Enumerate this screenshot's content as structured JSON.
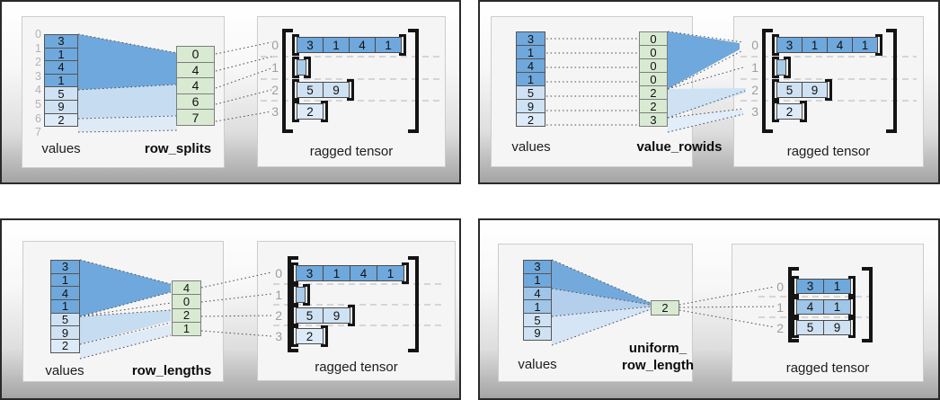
{
  "colors": {
    "dark_blue": "#6fa8dc",
    "mid_blue": "#9fc5e8",
    "light_blue": "#cfe2f3",
    "pale_blue": "#ddebf8",
    "green": "#d9ead3",
    "panel_border": "#2a2a2a"
  },
  "panels": [
    {
      "name": "row_splits",
      "values_label": "values",
      "param_label": "row_splits",
      "tensor_label": "ragged tensor",
      "values": [
        "3",
        "1",
        "4",
        "1",
        "5",
        "9",
        "2"
      ],
      "value_indices": [
        "0",
        "1",
        "2",
        "3",
        "4",
        "5",
        "6",
        "7"
      ],
      "param": [
        "0",
        "4",
        "4",
        "6",
        "7"
      ],
      "row_indices": [
        "0",
        "1",
        "2",
        "3"
      ],
      "rows": [
        [
          "3",
          "1",
          "4",
          "1"
        ],
        [],
        [
          "5",
          "9"
        ],
        [
          "2"
        ]
      ]
    },
    {
      "name": "value_rowids",
      "values_label": "values",
      "param_label": "value_rowids",
      "tensor_label": "ragged tensor",
      "values": [
        "3",
        "1",
        "4",
        "1",
        "5",
        "9",
        "2"
      ],
      "param": [
        "0",
        "0",
        "0",
        "0",
        "2",
        "2",
        "3"
      ],
      "row_indices": [
        "0",
        "1",
        "2",
        "3"
      ],
      "rows": [
        [
          "3",
          "1",
          "4",
          "1"
        ],
        [],
        [
          "5",
          "9"
        ],
        [
          "2"
        ]
      ]
    },
    {
      "name": "row_lengths",
      "values_label": "values",
      "param_label": "row_lengths",
      "tensor_label": "ragged tensor",
      "values": [
        "3",
        "1",
        "4",
        "1",
        "5",
        "9",
        "2"
      ],
      "param": [
        "4",
        "0",
        "2",
        "1"
      ],
      "row_indices": [
        "0",
        "1",
        "2",
        "3"
      ],
      "rows": [
        [
          "3",
          "1",
          "4",
          "1"
        ],
        [],
        [
          "5",
          "9"
        ],
        [
          "2"
        ]
      ]
    },
    {
      "name": "uniform_row_length",
      "values_label": "values",
      "param_label_line1": "uniform_",
      "param_label_line2": "row_length",
      "tensor_label": "ragged tensor",
      "values": [
        "3",
        "1",
        "4",
        "1",
        "5",
        "9"
      ],
      "param": [
        "2"
      ],
      "row_indices": [
        "0",
        "1",
        "2"
      ],
      "rows": [
        [
          "3",
          "1"
        ],
        [
          "4",
          "1"
        ],
        [
          "5",
          "9"
        ]
      ]
    }
  ]
}
